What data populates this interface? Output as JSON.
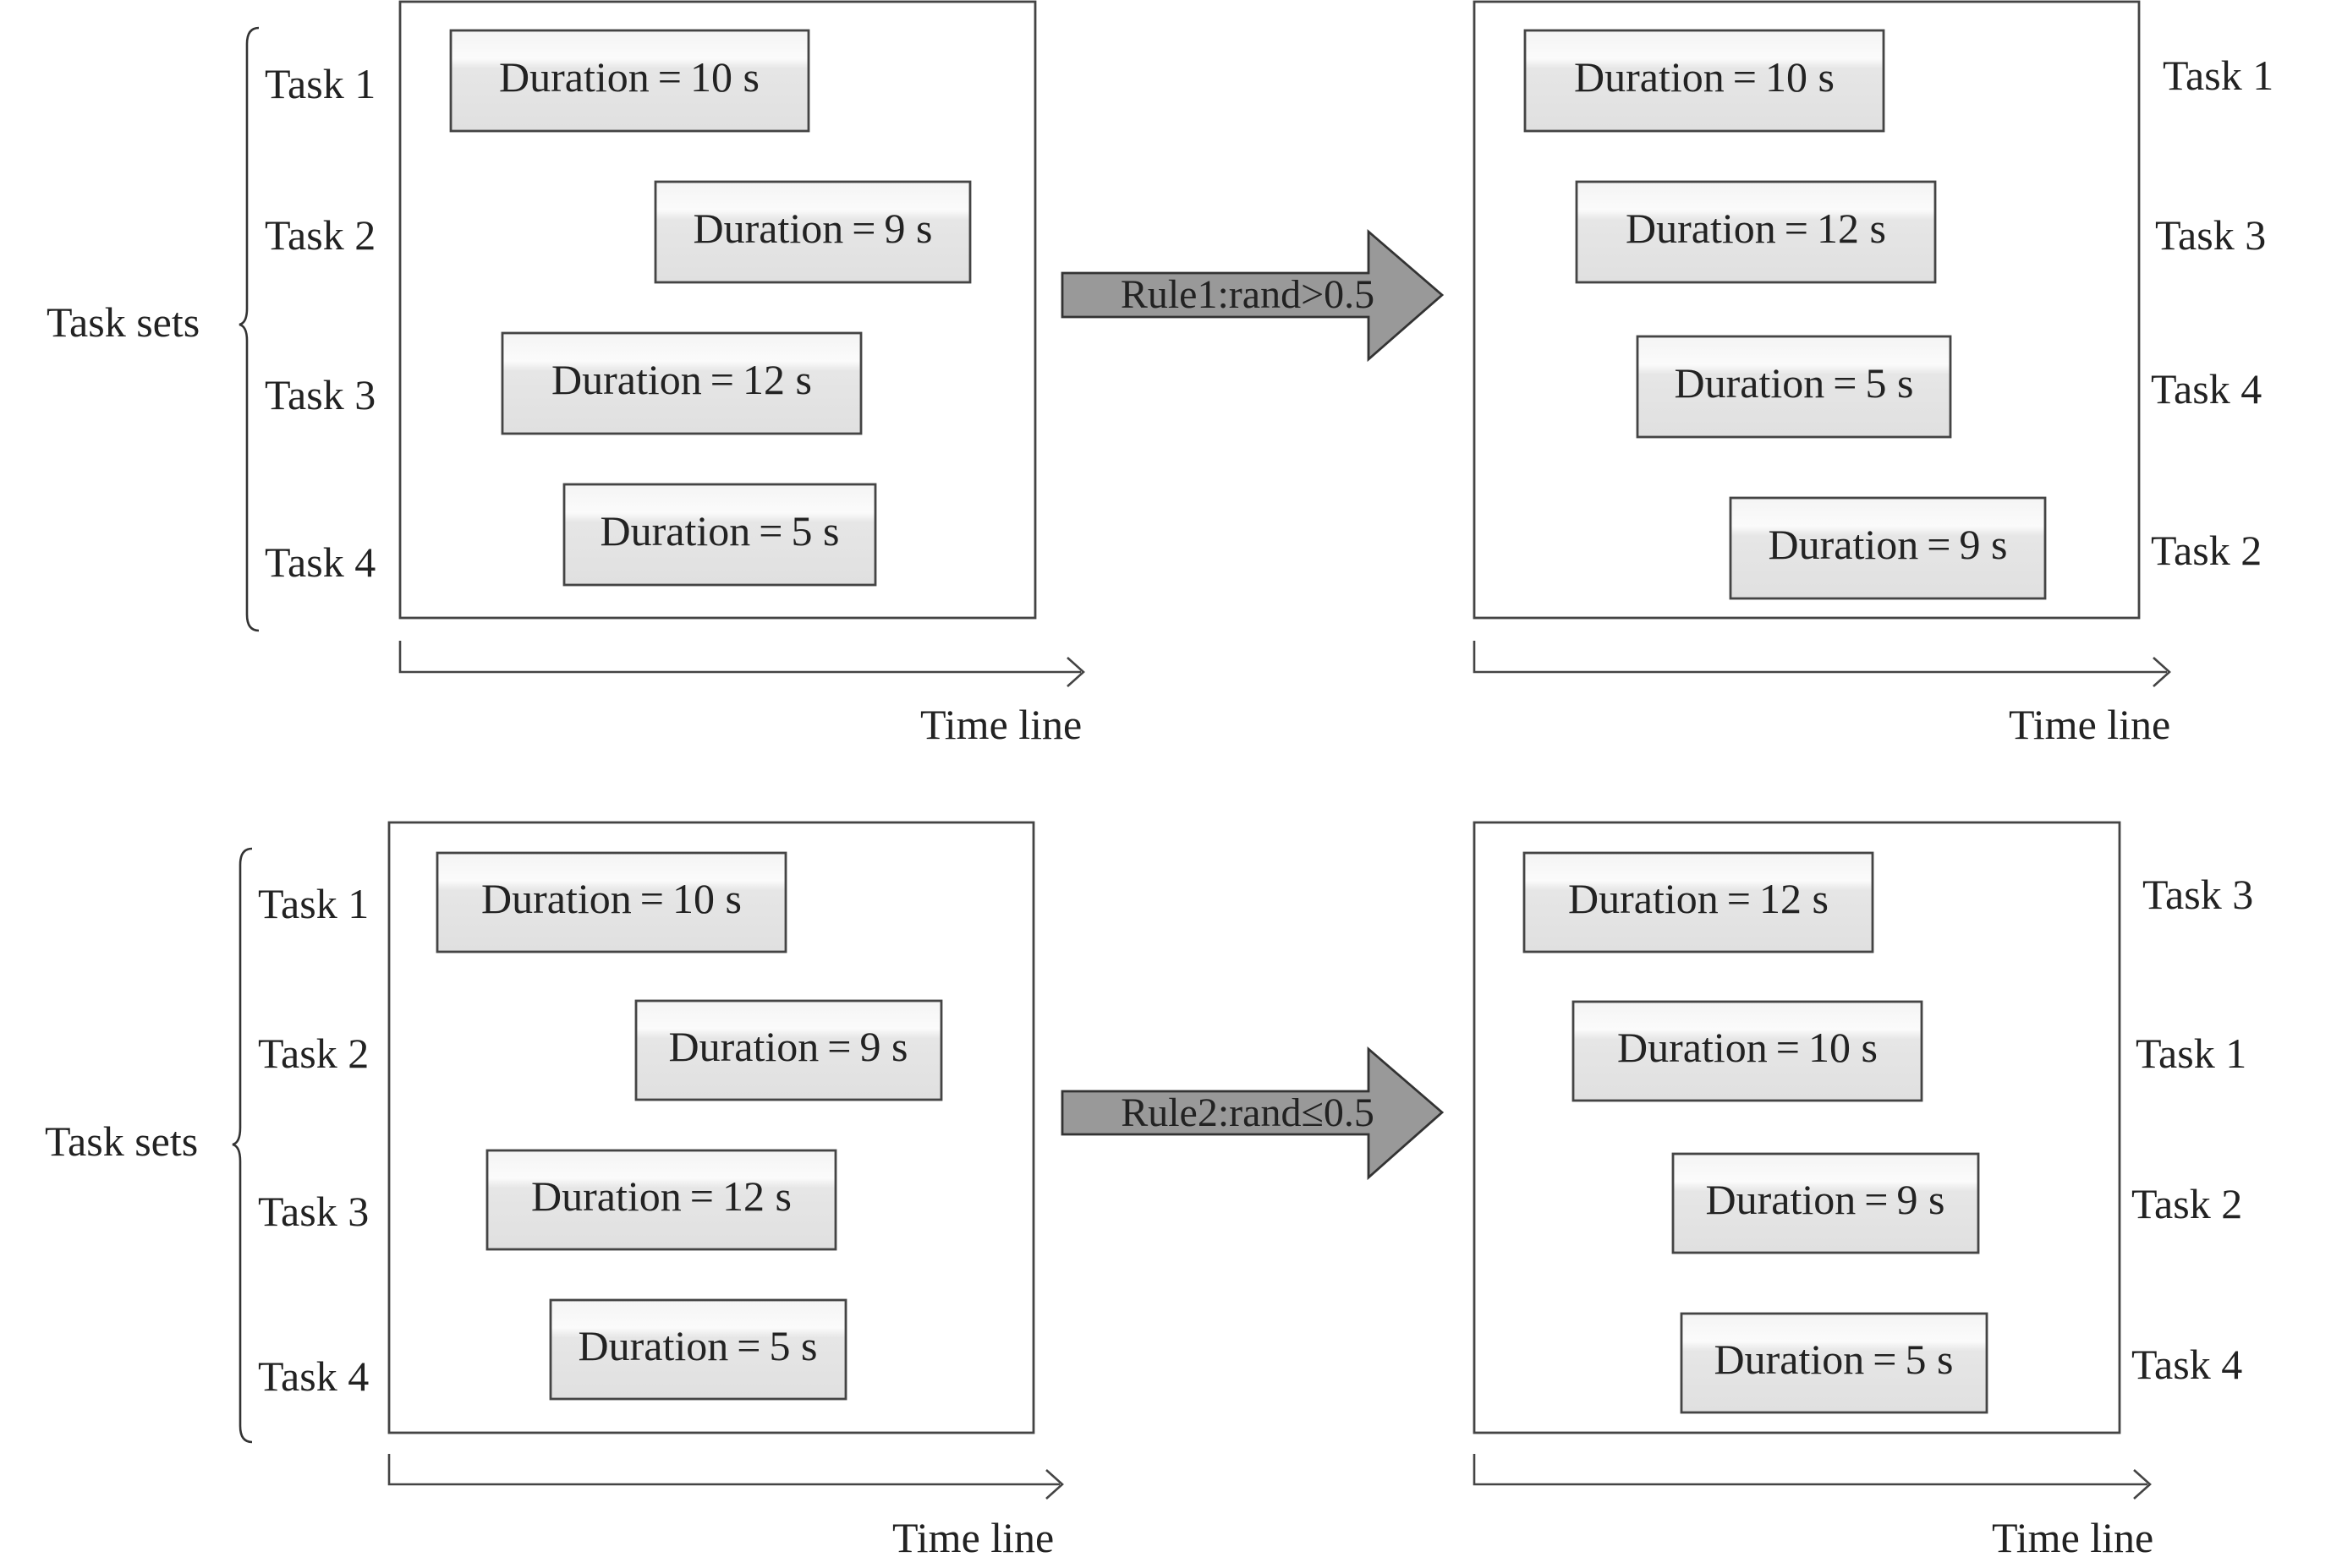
{
  "task_sets_label": "Task sets",
  "time_line_label": "Time line",
  "rules": [
    {
      "label": "Rule1:rand>0.5"
    },
    {
      "label": "Rule2:rand≤0.5"
    }
  ],
  "panels": [
    {
      "id": "top-left",
      "tasks": [
        {
          "task": "Task 1",
          "duration": "Duration = 10 s"
        },
        {
          "task": "Task 2",
          "duration": "Duration = 9 s"
        },
        {
          "task": "Task 3",
          "duration": "Duration = 12 s"
        },
        {
          "task": "Task 4",
          "duration": "Duration = 5 s"
        }
      ]
    },
    {
      "id": "top-right",
      "tasks": [
        {
          "task": "Task 1",
          "duration": "Duration = 10 s"
        },
        {
          "task": "Task 3",
          "duration": "Duration = 12 s"
        },
        {
          "task": "Task 4",
          "duration": "Duration = 5 s"
        },
        {
          "task": "Task 2",
          "duration": "Duration = 9 s"
        }
      ]
    },
    {
      "id": "bottom-left",
      "tasks": [
        {
          "task": "Task 1",
          "duration": "Duration = 10 s"
        },
        {
          "task": "Task 2",
          "duration": "Duration = 9 s"
        },
        {
          "task": "Task 3",
          "duration": "Duration = 12 s"
        },
        {
          "task": "Task 4",
          "duration": "Duration = 5 s"
        }
      ]
    },
    {
      "id": "bottom-right",
      "tasks": [
        {
          "task": "Task 3",
          "duration": "Duration = 12 s"
        },
        {
          "task": "Task 1",
          "duration": "Duration = 10 s"
        },
        {
          "task": "Task 2",
          "duration": "Duration = 9 s"
        },
        {
          "task": "Task 4",
          "duration": "Duration = 5 s"
        }
      ]
    }
  ]
}
